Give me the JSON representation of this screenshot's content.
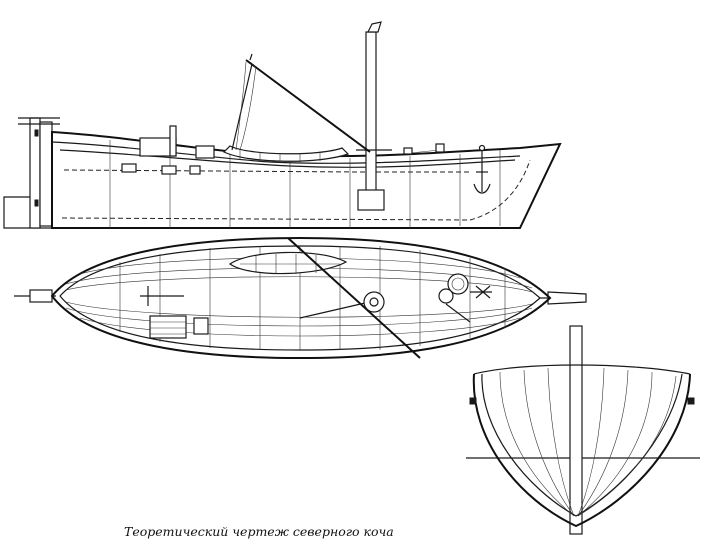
{
  "caption": "Теоретический чертеж северного коча",
  "views": {
    "side": "side-elevation",
    "plan": "deck-plan",
    "section": "body-section"
  }
}
